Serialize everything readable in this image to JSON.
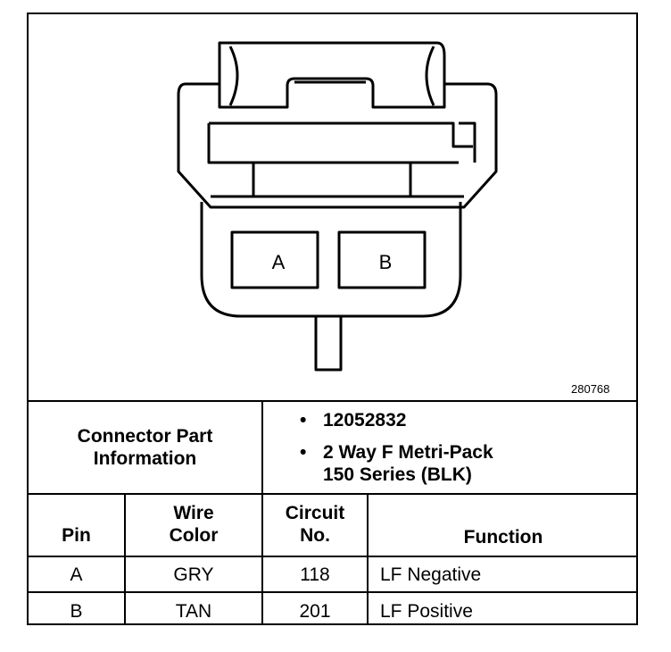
{
  "figure": {
    "id": "280768",
    "pin_labels": [
      "A",
      "B"
    ]
  },
  "connector_info": {
    "label_line1": "Connector Part",
    "label_line2": "Information",
    "bullets": [
      {
        "bullet": "•",
        "text": "12052832"
      },
      {
        "bullet": "•",
        "text": "2 Way F Metri-Pack",
        "text2": "150 Series (BLK)"
      }
    ]
  },
  "table": {
    "headers": [
      {
        "line1": "",
        "line2": "Pin"
      },
      {
        "line1": "Wire",
        "line2": "Color"
      },
      {
        "line1": "Circuit",
        "line2": "No."
      },
      {
        "line1": "",
        "line2": "Function"
      }
    ],
    "rows": [
      {
        "pin": "A",
        "color": "GRY",
        "circuit": "118",
        "function": "LF Negative"
      },
      {
        "pin": "B",
        "color": "TAN",
        "circuit": "201",
        "function": "LF Positive"
      }
    ]
  }
}
